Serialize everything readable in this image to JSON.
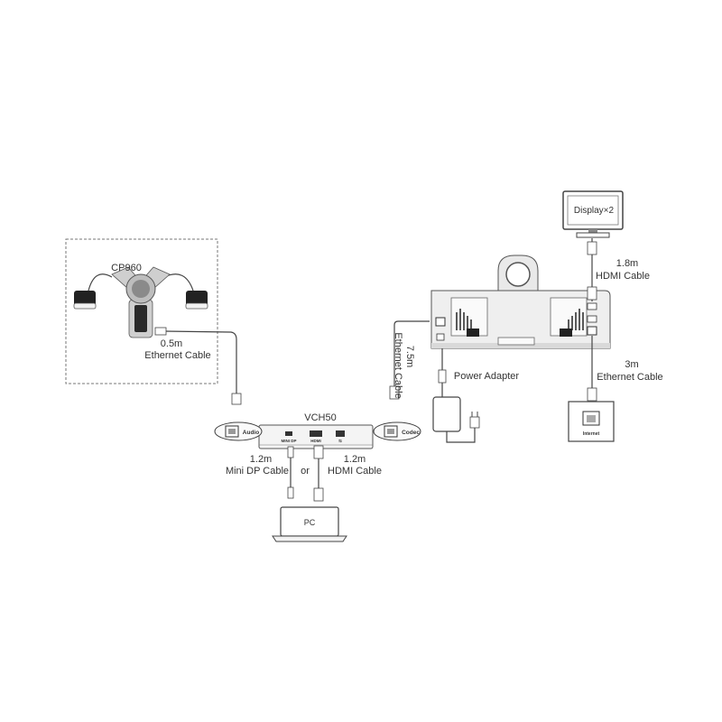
{
  "colors": {
    "line": "#444444",
    "device_fill": "#f4f4f4",
    "dark": "#333333",
    "text": "#333333"
  },
  "cp960": {
    "name": "CP960"
  },
  "cable_cp960": {
    "length": "0.5m",
    "type": "Ethernet Cable"
  },
  "vch50": {
    "name": "VCH50",
    "audio_label": "Audio",
    "codec_label": "Codec",
    "port_minidp": "MINI DP",
    "port_hdmi": "HDMI"
  },
  "cable_minidp": {
    "length": "1.2m",
    "type": "Mini DP Cable"
  },
  "or_label": "or",
  "cable_hdmi_pc": {
    "length": "1.2m",
    "type": "HDMI Cable"
  },
  "pc": {
    "name": "PC"
  },
  "cable_ethernet_codec": {
    "length": "7.5m",
    "type": "Ethernet Cable"
  },
  "power": {
    "label": "Power Adapter"
  },
  "display": {
    "name": "Display×2"
  },
  "cable_display": {
    "length": "1.8m",
    "type": "HDMI Cable"
  },
  "cable_internet": {
    "length": "3m",
    "type": "Ethernet Cable"
  },
  "internet_jack": {
    "label": "Internet"
  }
}
